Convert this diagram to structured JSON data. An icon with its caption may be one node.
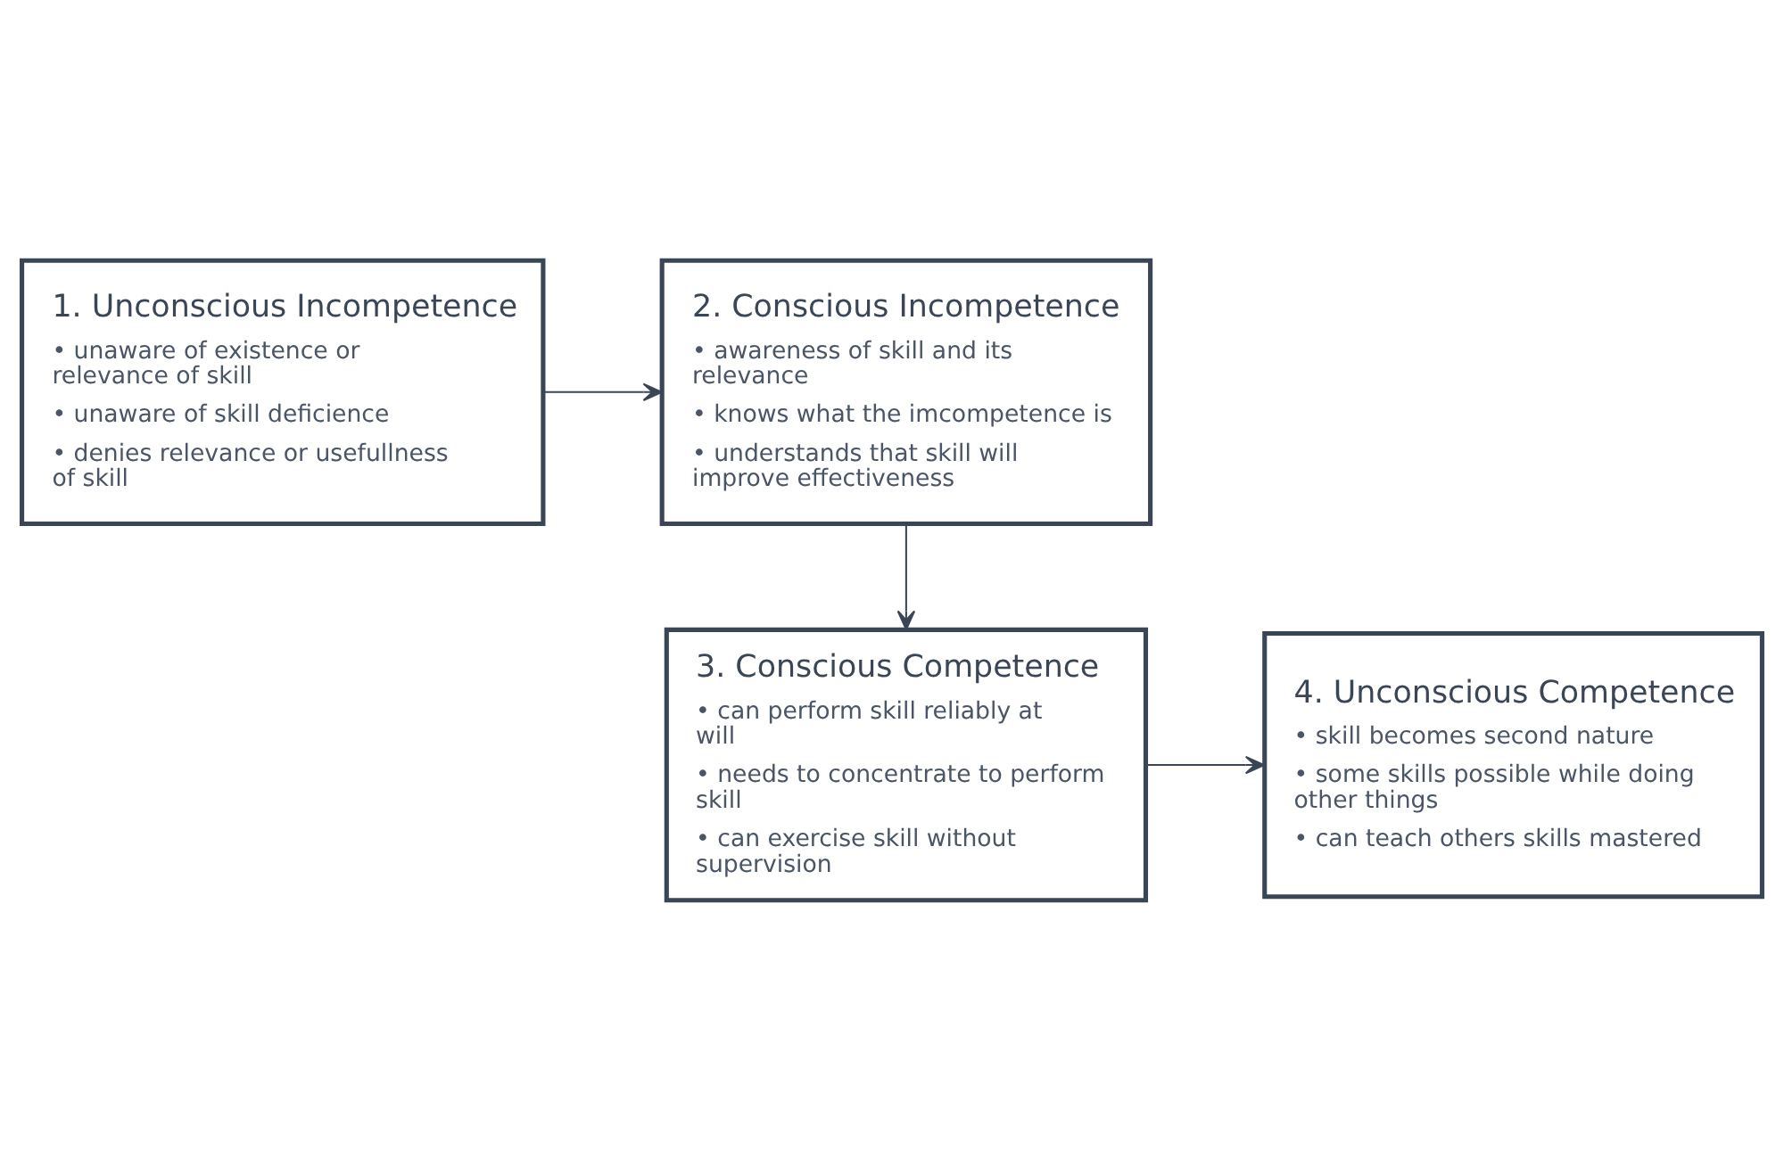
{
  "diagram": {
    "nodes": [
      {
        "text": [
          "1. Unconscious Incompetence",
          "• unaware of existence or relevance of skill",
          "• unaware of skill deficience",
          "• denies relevance or usefullness of skill"
        ]
      },
      {
        "text": [
          "2. Conscious Incompetence",
          "• awareness of skill and its relevance",
          "• knows what the imcompetence is",
          "• understands that skill will improve effectiveness"
        ]
      },
      {
        "text": [
          "3. Conscious Competence",
          "• can perform skill reliably at will",
          "• needs to concentrate to perform skill",
          "• can exercise skill without supervision"
        ]
      },
      {
        "text": [
          "4. Unconscious Competence",
          "• skill becomes second nature",
          "• some skills possible while doing other things",
          "• can teach others skills mastered"
        ]
      }
    ],
    "edges": [
      {
        "from": 0,
        "to": 1,
        "arrow": "to"
      },
      {
        "from": 1,
        "to": 2,
        "arrow": "to"
      },
      {
        "from": 2,
        "to": 3,
        "arrow": "to"
      }
    ]
  }
}
